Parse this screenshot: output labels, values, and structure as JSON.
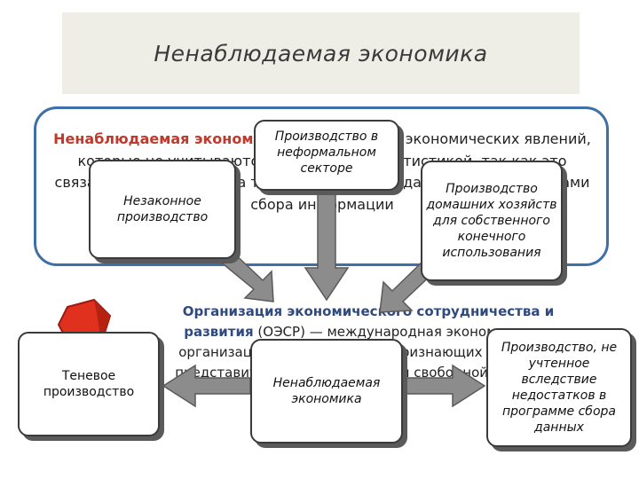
{
  "title": "Ненаблюдаемая экономика",
  "definition": {
    "lead": "Ненаблюдаемая экономика",
    "rest": " – совокупность экономических явлений, которые не учитываются официальной статистикой, так как это связано с трудностями, а также другими государственными органами сбора информации"
  },
  "organization": {
    "lead": "Организация экономического сотрудничества и развития",
    "rest": " (ОЭСР) — международная экономическая организация развитых стран, признающих принципы представительной демократии и свободной рыночной экономики"
  },
  "boxes": {
    "informal": "Производство в неформальном секторе",
    "household": "Производство домашних хозяйств для собственного конечного использования",
    "illegal": "Незаконное производство",
    "shadow": "Теневое производство",
    "center": "Ненаблюдаемая экономика",
    "statistics": "Производство, не учтенное вследствие недостатков в программе сбора данных"
  },
  "icons": {
    "logo": "oecd-logo-icon"
  },
  "colors": {
    "frame": "#3f6fa8",
    "arrow_fill": "#8c8c8c",
    "arrow_stroke": "#5a5a5a",
    "lead_red": "#c0392b",
    "lead_blue": "#2e4a80",
    "logo_red": "#e0301e"
  }
}
